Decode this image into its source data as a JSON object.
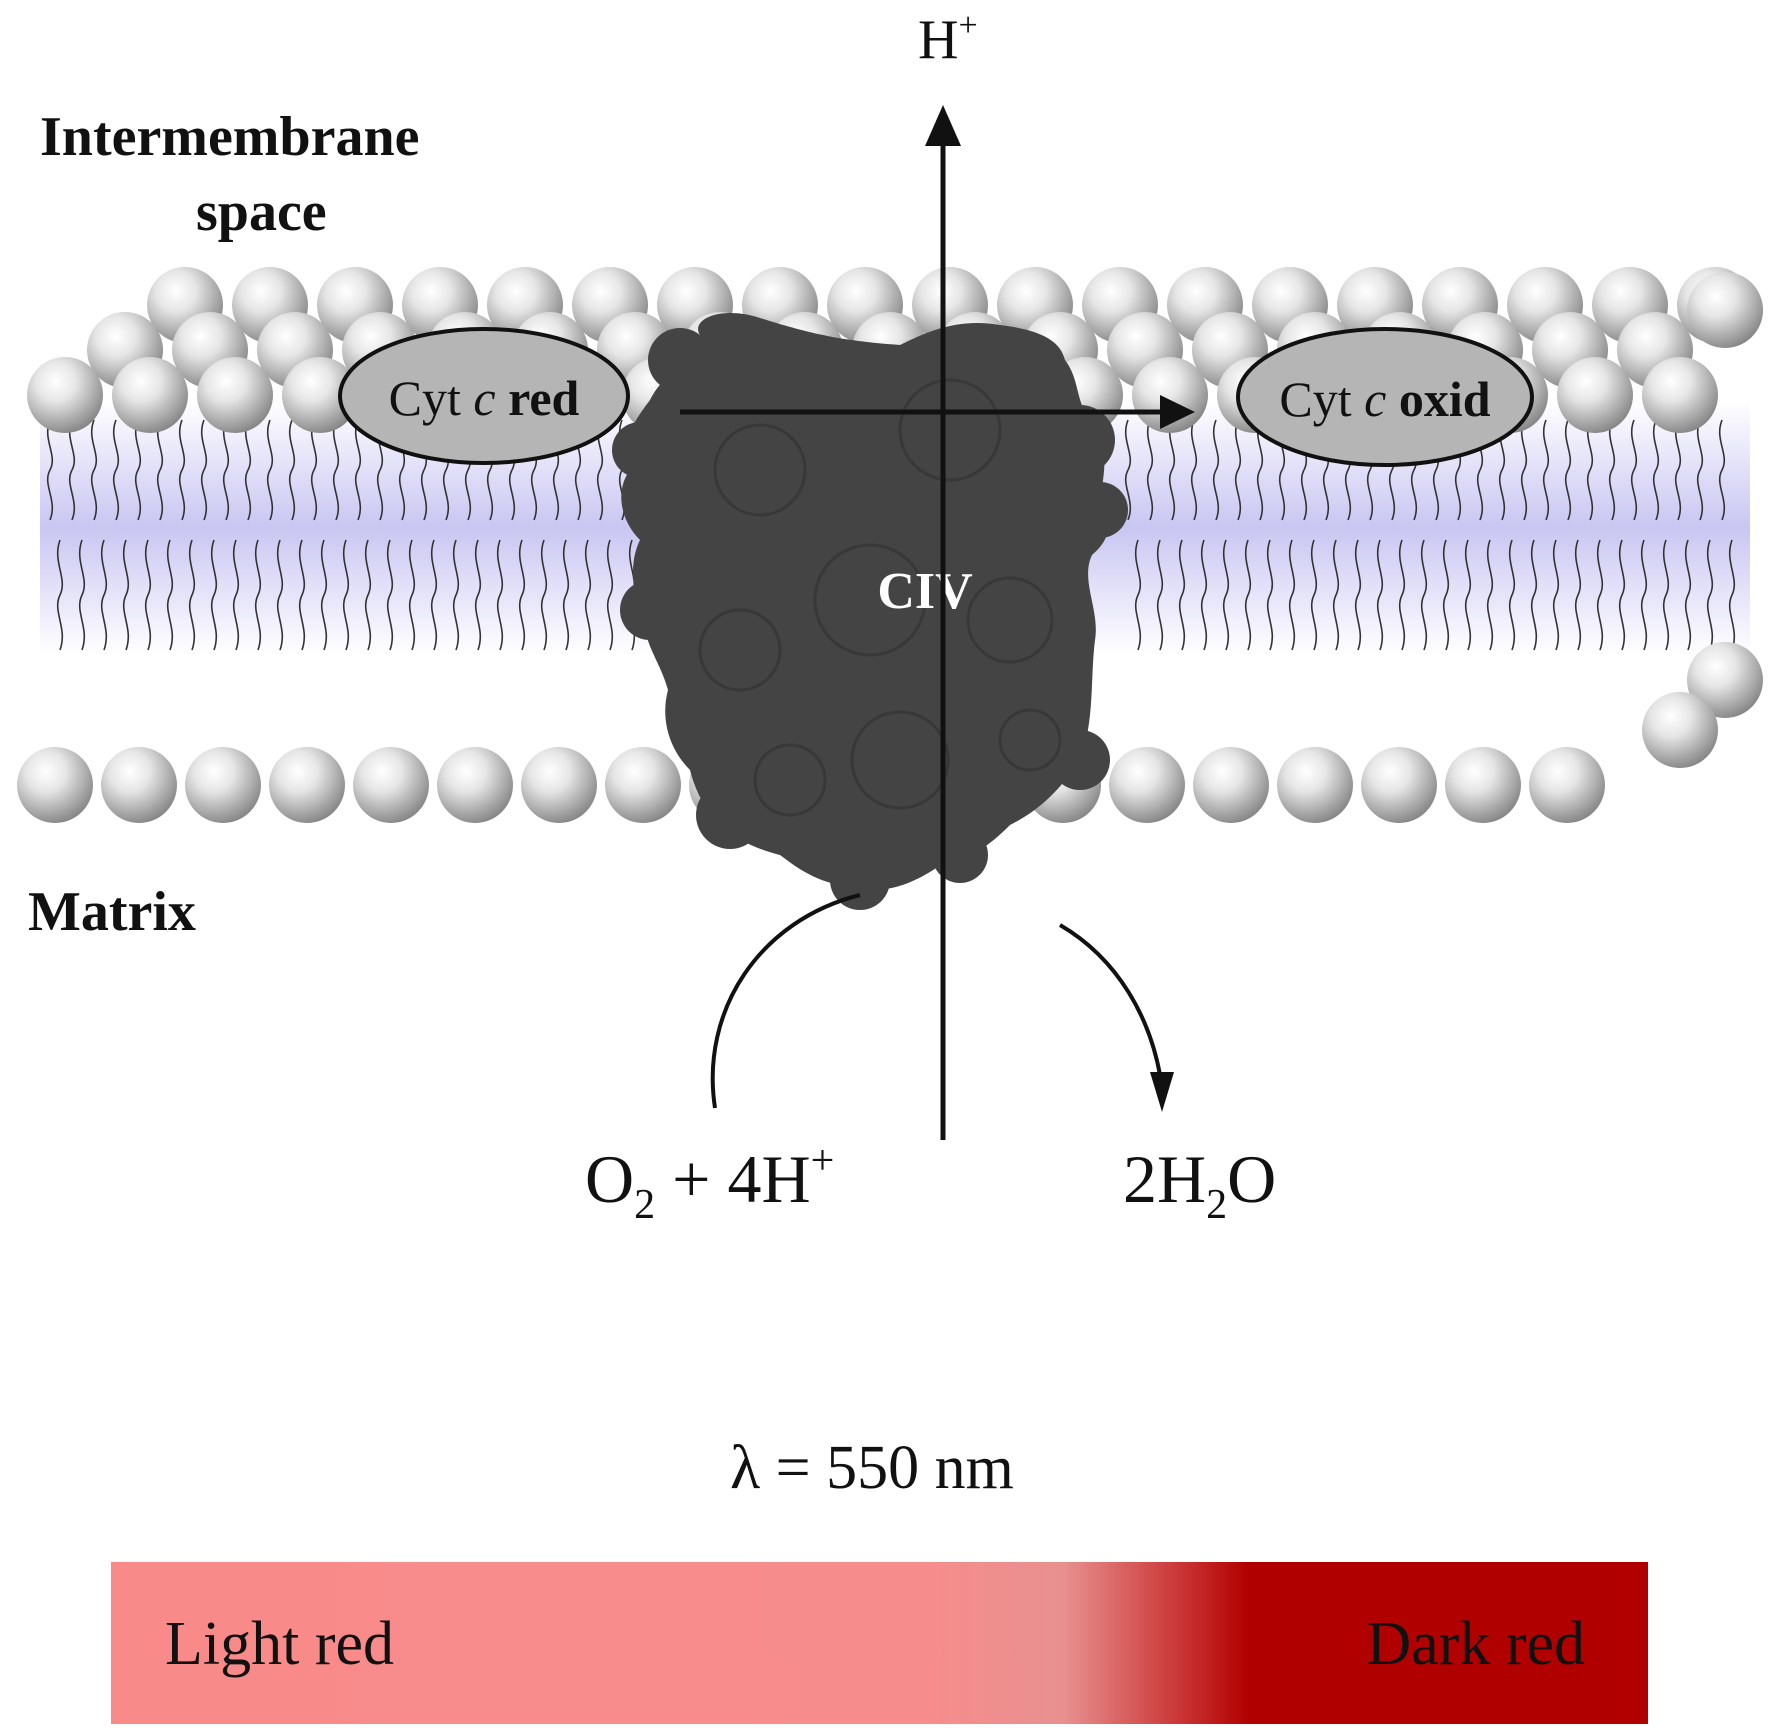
{
  "labels": {
    "proton_out": "H",
    "proton_out_sup": "+",
    "intermembrane_line1": "Intermembrane",
    "intermembrane_line2": "space",
    "matrix": "Matrix",
    "complex": "CIV"
  },
  "cyt_red": {
    "prefix": "Cyt ",
    "italic": "c",
    "bold": " red"
  },
  "cyt_oxid": {
    "prefix": "Cyt ",
    "italic": "c",
    "bold": " oxid"
  },
  "reactants": {
    "o": "O",
    "o_sub": "2",
    "rest": " + 4H",
    "rest_sup": "+"
  },
  "products": {
    "pre": "2H",
    "sub": "2",
    "post": "O"
  },
  "wavelength": "λ = 550 nm",
  "gradient_bar": {
    "left_label": "Light red",
    "right_label": "Dark red",
    "light_color": "#f98a8a",
    "dark_color": "#b10000"
  },
  "colors": {
    "complex": "#444444",
    "cyt_fill": "#b5b5b5",
    "membrane_core": "#c9c6f2",
    "head_light": "#f2f2f2",
    "head_dark": "#8c8c8c"
  }
}
